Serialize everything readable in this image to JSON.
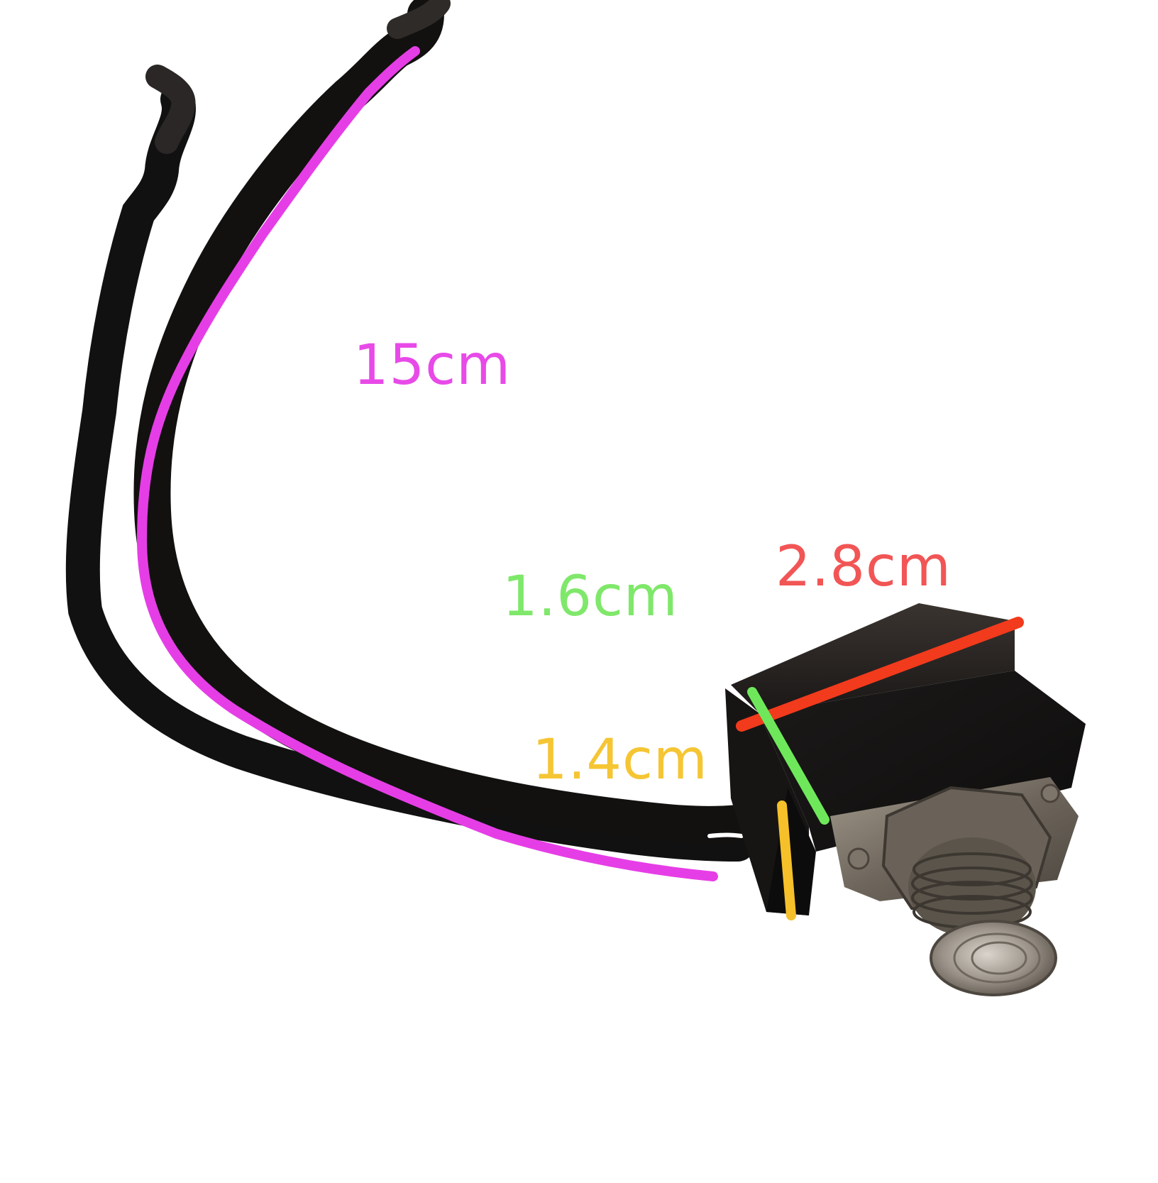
{
  "subject_icon": "pushbutton-switch-with-wire-leads",
  "measurements": {
    "cable_length": {
      "text": "15cm",
      "color": "#e84ae8"
    },
    "body_width": {
      "text": "1.6cm",
      "color": "#7fe86a"
    },
    "body_height": {
      "text": "1.4cm",
      "color": "#f5c534"
    },
    "body_length": {
      "text": "2.8cm",
      "color": "#f25555"
    }
  },
  "line_colors": {
    "cable_length": "#e63ee6",
    "body_width": "#6ee85a",
    "body_height": "#f5c02a",
    "body_length": "#f23a1c"
  }
}
